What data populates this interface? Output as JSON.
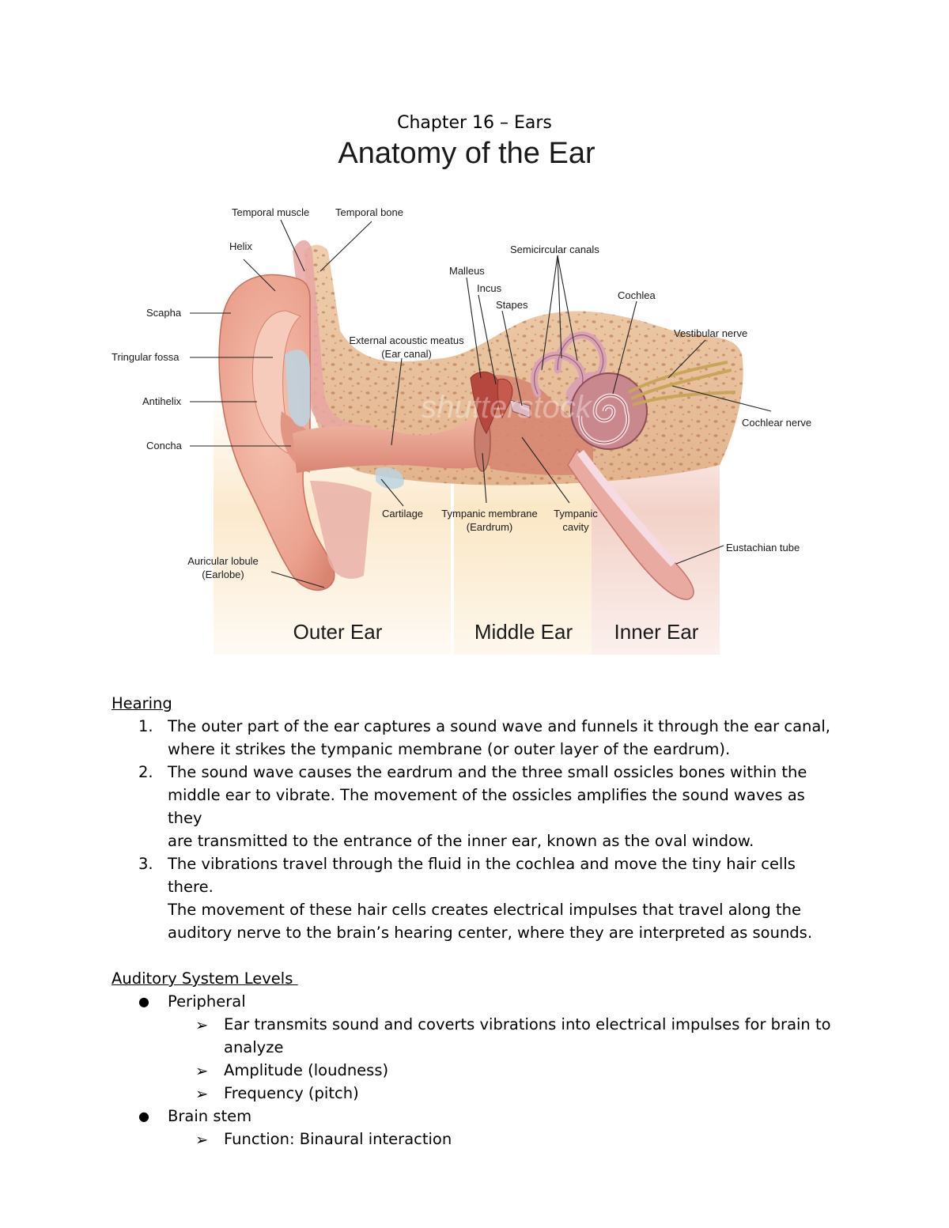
{
  "document": {
    "chapter_title": "Chapter 16 – Ears"
  },
  "figure": {
    "title": "Anatomy of the Ear",
    "labels": {
      "temporal_muscle": "Temporal muscle",
      "temporal_bone": "Temporal bone",
      "helix": "Helix",
      "scapha": "Scapha",
      "tringular_fossa": "Tringular fossa",
      "antihelix": "Antihelix",
      "concha": "Concha",
      "auricular_lobule_1": "Auricular lobule",
      "auricular_lobule_2": "(Earlobe)",
      "external_acoustic_1": "External acoustic meatus",
      "external_acoustic_2": "(Ear canal)",
      "malleus": "Malleus",
      "incus": "Incus",
      "stapes": "Stapes",
      "semicircular_canals": "Semicircular canals",
      "cochlea": "Cochlea",
      "vestibular_nerve": "Vestibular nerve",
      "cochlear_nerve": "Cochlear nerve",
      "cartilage": "Cartilage",
      "tympanic_membrane_1": "Tympanic membrane",
      "tympanic_membrane_2": "(Eardrum)",
      "tympanic_cavity_1": "Tympanic",
      "tympanic_cavity_2": "cavity",
      "eustachian_tube": "Eustachian tube"
    },
    "regions": {
      "outer": "Outer Ear",
      "middle": "Middle Ear",
      "inner": "Inner Ear"
    },
    "watermark": "shutterstock"
  },
  "hearing": {
    "heading": "Hearing",
    "steps": [
      {
        "num": "1.",
        "lines": [
          "The outer part of the ear captures a sound wave and funnels it through the ear canal,",
          "where it strikes the tympanic membrane (or outer layer of the eardrum)."
        ]
      },
      {
        "num": "2.",
        "lines": [
          "The sound wave causes the eardrum and the three small ossicles bones within the",
          "middle ear to vibrate. The movement of the ossicles amplifies the sound waves as they",
          "are transmitted to the entrance of the inner ear, known as the oval window."
        ]
      },
      {
        "num": "3.",
        "lines": [
          "The vibrations travel through the fluid in the cochlea and move the tiny hair cells there.",
          "The movement of these hair cells creates electrical impulses that travel along the",
          "auditory nerve to the brain’s hearing center, where they are interpreted as sounds."
        ]
      }
    ]
  },
  "auditory": {
    "heading": "Auditory System Levels ",
    "bullet_glyph": "●",
    "arrow_glyph": "➢",
    "levels": [
      {
        "label": "Peripheral",
        "items": [
          {
            "lines": [
              "Ear transmits sound and coverts vibrations into electrical impulses for brain to",
              "analyze"
            ]
          },
          {
            "lines": [
              "Amplitude (loudness)"
            ]
          },
          {
            "lines": [
              "Frequency (pitch)"
            ]
          }
        ]
      },
      {
        "label": "Brain stem",
        "items": [
          {
            "lines": [
              "Function: Binaural interaction"
            ]
          }
        ]
      }
    ]
  }
}
